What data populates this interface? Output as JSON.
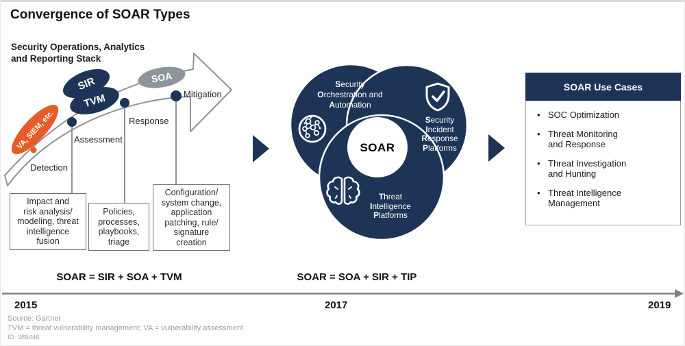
{
  "title": "Convergence of SOAR Types",
  "left": {
    "heading": "Security Operations, Analytics\nand Reporting Stack",
    "ellipses": {
      "va_siem": "VA, SIEM, etc.",
      "sir": "SIR",
      "tvm": "TVM",
      "soa": "SOA"
    },
    "stages": {
      "detection": "Detection",
      "assessment": "Assessment",
      "response": "Response",
      "mitigation": "Mitigation"
    },
    "boxes": [
      "Impact and\nrisk analysis/\nmodeling, threat\nintelligence\nfusion",
      "Policies,\nprocesses,\nplaybooks,\ntriage",
      "Configuration/\nsystem change,\napplication\npatching, rule/\nsignature\ncreation"
    ],
    "formula": "SOAR = SIR + SOA + TVM"
  },
  "venn": {
    "center": "SOAR",
    "soa": {
      "lines": [
        "Security",
        "Orchestration and",
        "Automation"
      ]
    },
    "sir": {
      "lines": [
        "Security",
        "Incident",
        "Response",
        "Platforms"
      ]
    },
    "tip": {
      "lines": [
        "Threat",
        "Intelligence",
        "Platforms"
      ]
    },
    "formula": "SOAR = SOA + SIR + TIP"
  },
  "right": {
    "header": "SOAR Use Cases",
    "items": [
      "SOC Optimization",
      "Threat Monitoring\nand Response",
      "Threat Investigation\nand Hunting",
      "Threat Intelligence\nManagement"
    ]
  },
  "timeline": {
    "start_year": "2015",
    "mid_year": "2017",
    "end_year": "2019"
  },
  "footer": {
    "source": "Source: Gartner",
    "note": "TVM = threat vulnerability management; VA = vulnerability assessment",
    "id": "ID: 389446"
  },
  "colors": {
    "navy": "#1d3456",
    "orange": "#e65c28",
    "gray_ellipse": "#8c959b",
    "line_gray": "#8b9399"
  }
}
